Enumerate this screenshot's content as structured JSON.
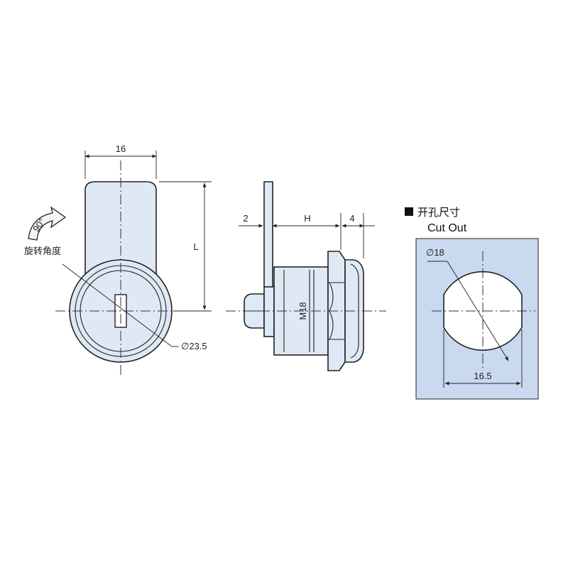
{
  "front_view": {
    "width_label": "16",
    "length_label": "L",
    "diameter_label": "∅23.5",
    "rotation_angle_label": "90°",
    "rotation_caption": "旋转角度"
  },
  "side_view": {
    "cam_offset_label": "2",
    "height_label": "H",
    "nut_label": "4",
    "thread_label": "M18"
  },
  "cutout": {
    "title_cn": "开孔尺寸",
    "title_en": "Cut Out",
    "diameter_label": "∅18",
    "flat_width_label": "16.5",
    "panel_color": "#c9d9ef"
  },
  "colors": {
    "part_fill": "#dfe8f5",
    "line": "#222222"
  }
}
